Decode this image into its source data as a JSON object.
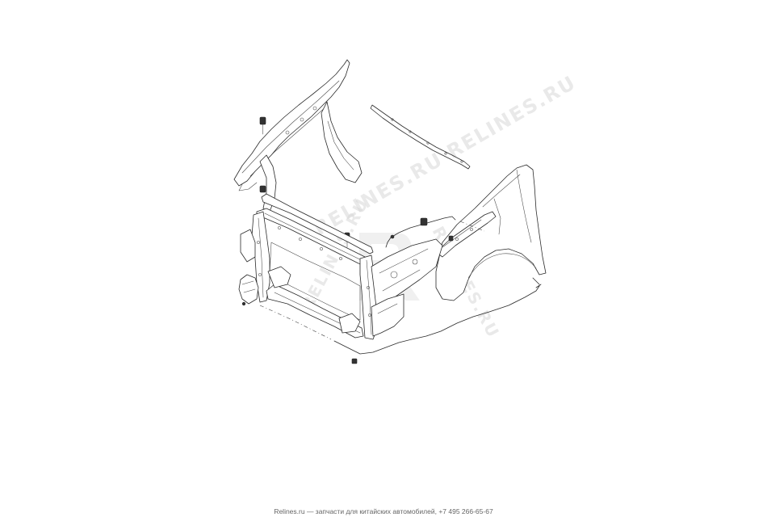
{
  "watermark": {
    "text_upper": "RELINES.RU  RELINES.RU",
    "text_left": "RELINES.RU",
    "text_right": "RELINES.RU"
  },
  "footer": {
    "text": "Relines.ru — запчасти для китайских автомобилей, +7 495 266-65-67"
  }
}
